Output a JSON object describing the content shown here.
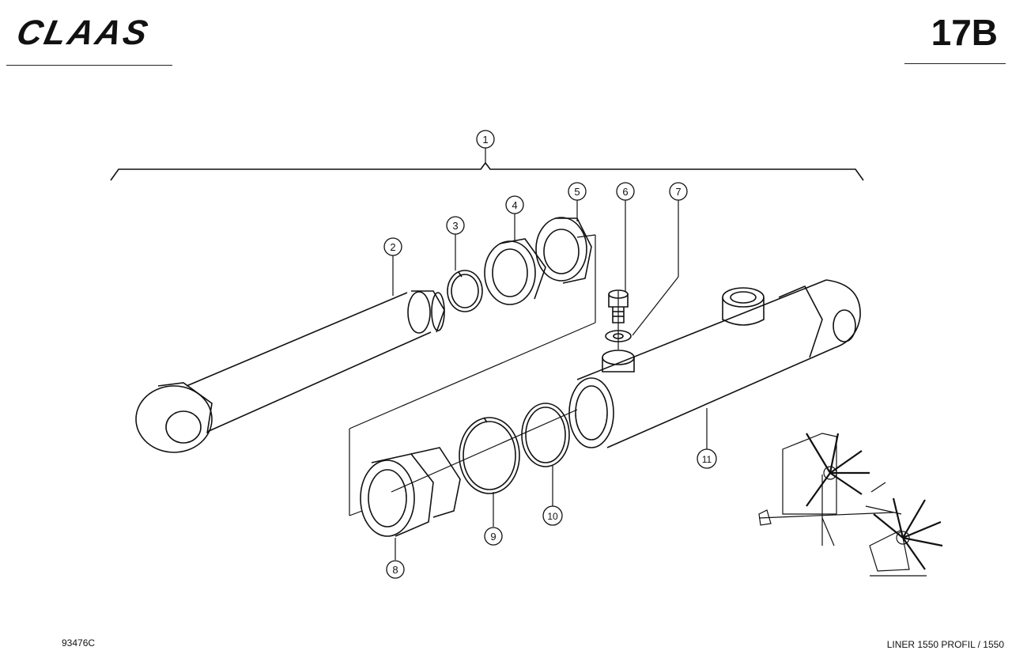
{
  "header": {
    "brand": "CLAAS",
    "page_code": "17B"
  },
  "footer": {
    "drawing_number": "93476C",
    "model": "LINER 1550 PROFIL / 1550"
  },
  "callouts": [
    "1",
    "2",
    "3",
    "4",
    "5",
    "6",
    "7",
    "8",
    "9",
    "10",
    "11"
  ]
}
